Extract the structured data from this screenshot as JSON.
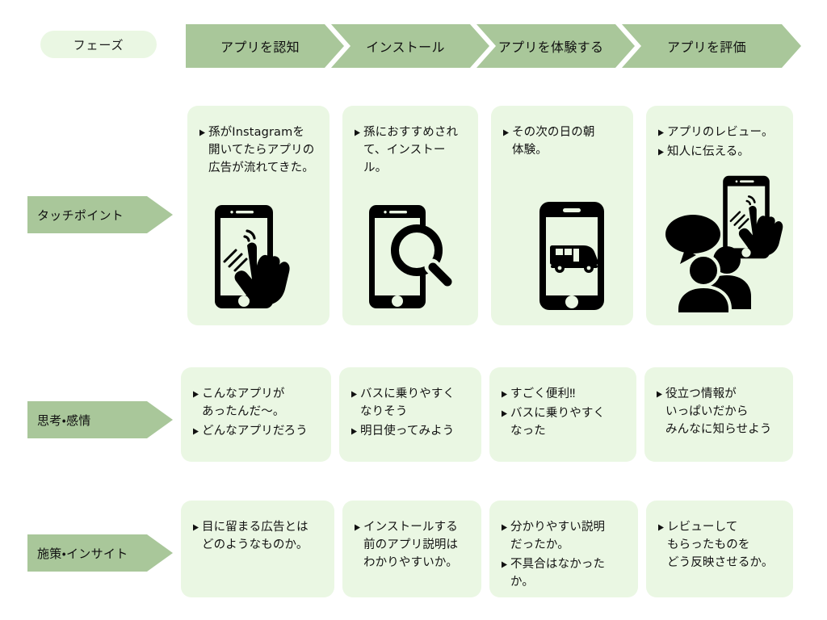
{
  "header": {
    "phase_label": "フェーズ",
    "phases": [
      {
        "label": "アプリを認知"
      },
      {
        "label": "インストール"
      },
      {
        "label": "アプリを体験する"
      },
      {
        "label": "アプリを評価"
      }
    ]
  },
  "rows": [
    {
      "key": "touchpoint",
      "label": "タッチポイント",
      "cells": [
        {
          "bullets": [
            "孫がInstagramを\n開いてたらアプリの\n広告が流れてきた。"
          ],
          "illustration": "phone-tap-icon"
        },
        {
          "bullets": [
            "孫におすすめされ\nて、インストール。"
          ],
          "illustration": "phone-search-icon"
        },
        {
          "bullets": [
            "その次の日の朝\n体験。"
          ],
          "illustration": "phone-bus-icon"
        },
        {
          "bullets": [
            "アプリのレビュー。",
            "知人に伝える。"
          ],
          "illustration": "people-talking-phone-icon"
        }
      ]
    },
    {
      "key": "thoughts",
      "label": "思考・感情",
      "cells": [
        {
          "bullets": [
            "こんなアプリが\nあったんだ〜。",
            "どんなアプリだろう"
          ]
        },
        {
          "bullets": [
            "バスに乗りやすく\nなりそう",
            "明日使ってみよう"
          ]
        },
        {
          "bullets": [
            "すごく便利‼",
            "バスに乗りやすく\nなった"
          ]
        },
        {
          "bullets": [
            "役立つ情報が\nいっぱいだから\nみんなに知らせよう"
          ]
        }
      ]
    },
    {
      "key": "measures",
      "label": "施策・インサイト",
      "cells": [
        {
          "bullets": [
            "目に留まる広告とは\nどのようなものか。"
          ]
        },
        {
          "bullets": [
            "インストールする\n前のアプリ説明は\nわかりやすいか。"
          ]
        },
        {
          "bullets": [
            "分かりやすい説明\nだったか。",
            "不具合はなかったか。"
          ]
        },
        {
          "bullets": [
            "レビューして\nもらったものを\nどう反映させるか。"
          ]
        }
      ]
    }
  ],
  "colors": {
    "chevron_green": "#a9c79a",
    "card_green": "#eaf7e3",
    "text": "#111111",
    "background": "#ffffff",
    "illustration": "#000000"
  }
}
